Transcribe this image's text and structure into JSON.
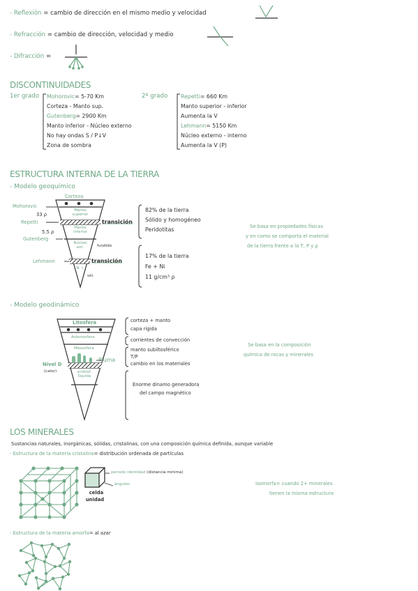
{
  "waves": {
    "reflexion": {
      "term": "Reflexión",
      "def": "= cambio de dirección en el mismo medio y velocidad"
    },
    "refraccion": {
      "term": "Refracción",
      "def": "= cambio de dirección, velocidad y medio"
    },
    "difraccion": {
      "term": "Difracción",
      "def": "="
    }
  },
  "discontinuidades": {
    "title": "DISCONTINUIDADES",
    "first": {
      "label": "1er grado",
      "lines": [
        {
          "name": "Mohorovic",
          "val": "= 5-70 Km"
        },
        {
          "text": "Corteza - Manto sup."
        },
        {
          "name": "Gutenberg",
          "val": "= 2900 Km"
        },
        {
          "text": "Manto inferior - Núcleo externo"
        },
        {
          "text": "No hay ondas S / P↓V"
        },
        {
          "text": "Zona de sombra"
        }
      ]
    },
    "second": {
      "label": "2º grado",
      "lines": [
        {
          "name": "Repetti",
          "val": "= 660 Km"
        },
        {
          "text": "Manto superior - inferior"
        },
        {
          "text": "Aumenta la V"
        },
        {
          "name": "Lehmann",
          "val": "= 5150 Km"
        },
        {
          "text": "Núcleo externo - interno"
        },
        {
          "text": "Aumenta la V (P)"
        }
      ]
    }
  },
  "estructura": {
    "title": "ESTRUCTURA INTERNA DE LA TIERRA",
    "geoquimico": {
      "title": "- Modelo geoquímico",
      "layers": {
        "corteza": "Corteza",
        "manto_sup": "Manto superior",
        "manto_inf": "Manto inferior",
        "nucleo_ext": "Núcleo ext.",
        "nucleo_int": "N. I."
      },
      "left": {
        "mohorovic": "Mohorovic",
        "p33": "33 ρ",
        "repetti": "Repetti",
        "p55": "5.5 ρ",
        "gutenberg": "Gutenberg",
        "lehmann": "Lehmann"
      },
      "markers": {
        "transicion": "transición",
        "fundido": "fundido",
        "solido": "sól."
      },
      "notes1": [
        "82% de la tierra",
        "Sólido y homogéneo",
        "Peridotitas"
      ],
      "notes2": [
        "17% de la tierra",
        "Fe + Ni",
        "11 g/cm³ ρ"
      ],
      "side": [
        "Se basa en propiedades físicas",
        "y en como se comporta el material",
        "de la tierra frente a la T, P y ρ"
      ]
    },
    "geodinamico": {
      "title": "- Modelo geodinámico",
      "layers": {
        "litosfera": "Litosfera",
        "astenosfera": "Astenosfera",
        "mesosfera": "Mesosfera",
        "endosfera": "endosf. líquida"
      },
      "left": {
        "nivel_d": "Nivel D",
        "calor": "(calor)"
      },
      "pluma": "Pluma",
      "notes1": [
        "corteza + manto",
        "capa rígida"
      ],
      "notes2": [
        "corrientes de convección"
      ],
      "notes3": [
        "manto subiltosférico",
        "T/P",
        "cambio en los materiales"
      ],
      "notes4": [
        "Enorme dinamo generadora",
        "del campo magnético"
      ],
      "side": [
        "Se basa en la composición",
        "química de rocas y minerales"
      ]
    }
  },
  "minerales": {
    "title": "LOS MINERALES",
    "definicion": "Sustancias naturales, inorgánicas, sólidas, cristalinas, con una composición química definida, aunque variable",
    "cristalina": {
      "term": "- Estructura de la materia cristalina",
      "def": "= distribución ordenada de partículas"
    },
    "periodo": {
      "term": "periodo identidad",
      "def": "(distancia mínima)"
    },
    "angulos": "ángulos",
    "celda": [
      "celda",
      "unidad"
    ],
    "isomorfa": {
      "term": "isomorfa",
      "def": "= cuando 2+ minerales",
      "line2": "tienen la misma estructura"
    },
    "amorfa": {
      "term": "- Estructura de la materia amorfa",
      "def": "= al azar"
    }
  }
}
